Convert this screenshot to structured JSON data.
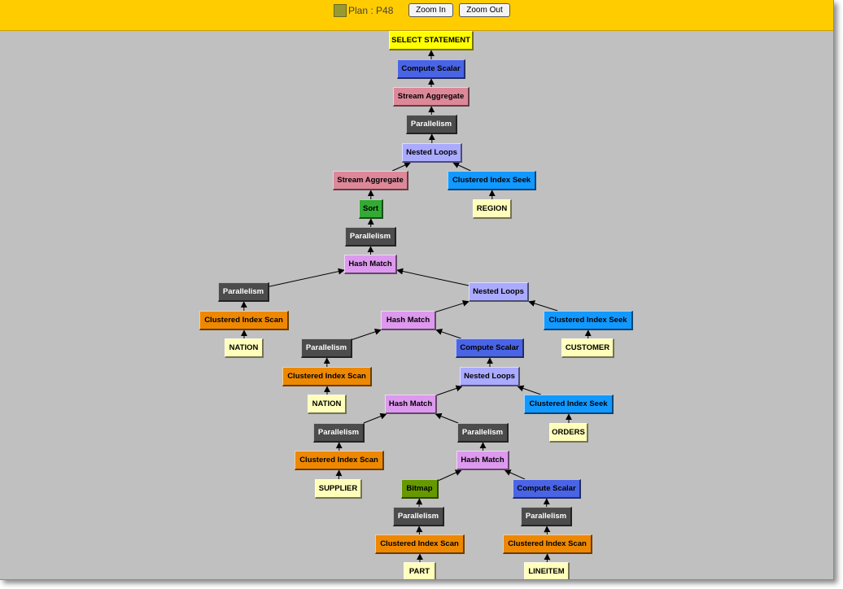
{
  "header": {
    "plan_label": "Plan : P48",
    "zoom_in_label": "Zoom In",
    "zoom_out_label": "Zoom Out",
    "plan_swatch_color": "#999933"
  },
  "colors": {
    "select": "#ffff00",
    "compute": "#4a64e6",
    "stream": "#dd8899",
    "parallel": "#4c4c4c",
    "loops": "#aaaaff",
    "seek": "#1199ff",
    "table": "#ffffbb",
    "sort": "#33aa33",
    "hash": "#dd99ee",
    "scan": "#ee8800",
    "bitmap": "#669900"
  },
  "diagram": {
    "nodes": [
      {
        "id": "n1",
        "label": "SELECT STATEMENT",
        "kind": "select"
      },
      {
        "id": "n2",
        "label": "Compute Scalar",
        "kind": "compute"
      },
      {
        "id": "n3",
        "label": "Stream Aggregate",
        "kind": "stream"
      },
      {
        "id": "n4",
        "label": "Parallelism",
        "kind": "parallel"
      },
      {
        "id": "n5",
        "label": "Nested Loops",
        "kind": "loops"
      },
      {
        "id": "n6",
        "label": "Stream Aggregate",
        "kind": "stream"
      },
      {
        "id": "n7",
        "label": "Clustered Index Seek",
        "kind": "seek"
      },
      {
        "id": "n8",
        "label": "REGION",
        "kind": "table"
      },
      {
        "id": "n9",
        "label": "Sort",
        "kind": "sort"
      },
      {
        "id": "n10",
        "label": "Parallelism",
        "kind": "parallel"
      },
      {
        "id": "n11",
        "label": "Hash Match",
        "kind": "hash"
      },
      {
        "id": "n12",
        "label": "Parallelism",
        "kind": "parallel"
      },
      {
        "id": "n13",
        "label": "Nested Loops",
        "kind": "loops"
      },
      {
        "id": "n14",
        "label": "Clustered Index Scan",
        "kind": "scan"
      },
      {
        "id": "n15",
        "label": "NATION",
        "kind": "table"
      },
      {
        "id": "n16",
        "label": "Hash Match",
        "kind": "hash"
      },
      {
        "id": "n17",
        "label": "Clustered Index Seek",
        "kind": "seek"
      },
      {
        "id": "n18",
        "label": "CUSTOMER",
        "kind": "table"
      },
      {
        "id": "n19",
        "label": "Parallelism",
        "kind": "parallel"
      },
      {
        "id": "n20",
        "label": "Compute Scalar",
        "kind": "compute"
      },
      {
        "id": "n21",
        "label": "Clustered Index Scan",
        "kind": "scan"
      },
      {
        "id": "n22",
        "label": "NATION",
        "kind": "table"
      },
      {
        "id": "n23",
        "label": "Nested Loops",
        "kind": "loops"
      },
      {
        "id": "n24",
        "label": "Hash Match",
        "kind": "hash"
      },
      {
        "id": "n25",
        "label": "Clustered Index Seek",
        "kind": "seek"
      },
      {
        "id": "n26",
        "label": "ORDERS",
        "kind": "table"
      },
      {
        "id": "n27",
        "label": "Parallelism",
        "kind": "parallel"
      },
      {
        "id": "n28",
        "label": "Parallelism",
        "kind": "parallel"
      },
      {
        "id": "n29",
        "label": "Clustered Index Scan",
        "kind": "scan"
      },
      {
        "id": "n30",
        "label": "SUPPLIER",
        "kind": "table"
      },
      {
        "id": "n31",
        "label": "Hash Match",
        "kind": "hash"
      },
      {
        "id": "n32",
        "label": "Bitmap",
        "kind": "bitmap"
      },
      {
        "id": "n33",
        "label": "Compute Scalar",
        "kind": "compute"
      },
      {
        "id": "n34",
        "label": "Parallelism",
        "kind": "parallel"
      },
      {
        "id": "n35",
        "label": "Parallelism",
        "kind": "parallel"
      },
      {
        "id": "n36",
        "label": "Clustered Index Scan",
        "kind": "scan"
      },
      {
        "id": "n37",
        "label": "Clustered Index Scan",
        "kind": "scan"
      },
      {
        "id": "n38",
        "label": "PART",
        "kind": "table"
      },
      {
        "id": "n39",
        "label": "LINEITEM",
        "kind": "table"
      }
    ],
    "edges": [
      {
        "from": "n2",
        "to": "n1"
      },
      {
        "from": "n3",
        "to": "n2"
      },
      {
        "from": "n4",
        "to": "n3"
      },
      {
        "from": "n5",
        "to": "n4"
      },
      {
        "from": "n6",
        "to": "n5"
      },
      {
        "from": "n7",
        "to": "n5"
      },
      {
        "from": "n8",
        "to": "n7"
      },
      {
        "from": "n9",
        "to": "n6"
      },
      {
        "from": "n10",
        "to": "n9"
      },
      {
        "from": "n11",
        "to": "n10"
      },
      {
        "from": "n12",
        "to": "n11"
      },
      {
        "from": "n13",
        "to": "n11"
      },
      {
        "from": "n14",
        "to": "n12"
      },
      {
        "from": "n15",
        "to": "n14"
      },
      {
        "from": "n16",
        "to": "n13"
      },
      {
        "from": "n17",
        "to": "n13"
      },
      {
        "from": "n18",
        "to": "n17"
      },
      {
        "from": "n19",
        "to": "n16"
      },
      {
        "from": "n20",
        "to": "n16"
      },
      {
        "from": "n21",
        "to": "n19"
      },
      {
        "from": "n22",
        "to": "n21"
      },
      {
        "from": "n23",
        "to": "n20"
      },
      {
        "from": "n24",
        "to": "n23"
      },
      {
        "from": "n25",
        "to": "n23"
      },
      {
        "from": "n26",
        "to": "n25"
      },
      {
        "from": "n27",
        "to": "n24"
      },
      {
        "from": "n28",
        "to": "n24"
      },
      {
        "from": "n29",
        "to": "n27"
      },
      {
        "from": "n30",
        "to": "n29"
      },
      {
        "from": "n31",
        "to": "n28"
      },
      {
        "from": "n32",
        "to": "n31"
      },
      {
        "from": "n33",
        "to": "n31"
      },
      {
        "from": "n34",
        "to": "n32"
      },
      {
        "from": "n35",
        "to": "n33"
      },
      {
        "from": "n36",
        "to": "n34"
      },
      {
        "from": "n37",
        "to": "n35"
      },
      {
        "from": "n38",
        "to": "n36"
      },
      {
        "from": "n39",
        "to": "n37"
      }
    ]
  }
}
